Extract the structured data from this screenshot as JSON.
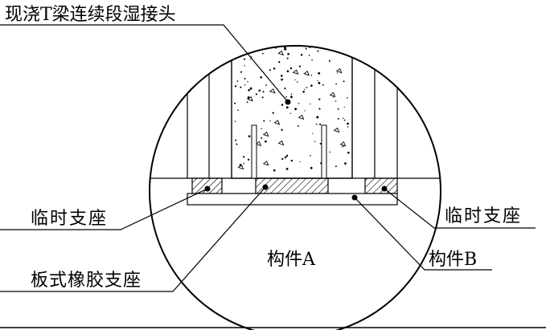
{
  "labels": {
    "top_callout": "现浇T梁连续段湿接头",
    "left_temp_support": "临时支座",
    "right_temp_support": "临时支座",
    "rubber_bearing": "板式橡胶支座",
    "member_a": "构件A",
    "member_b": "构件B"
  },
  "colors": {
    "line": "#000000",
    "background": "#ffffff"
  }
}
